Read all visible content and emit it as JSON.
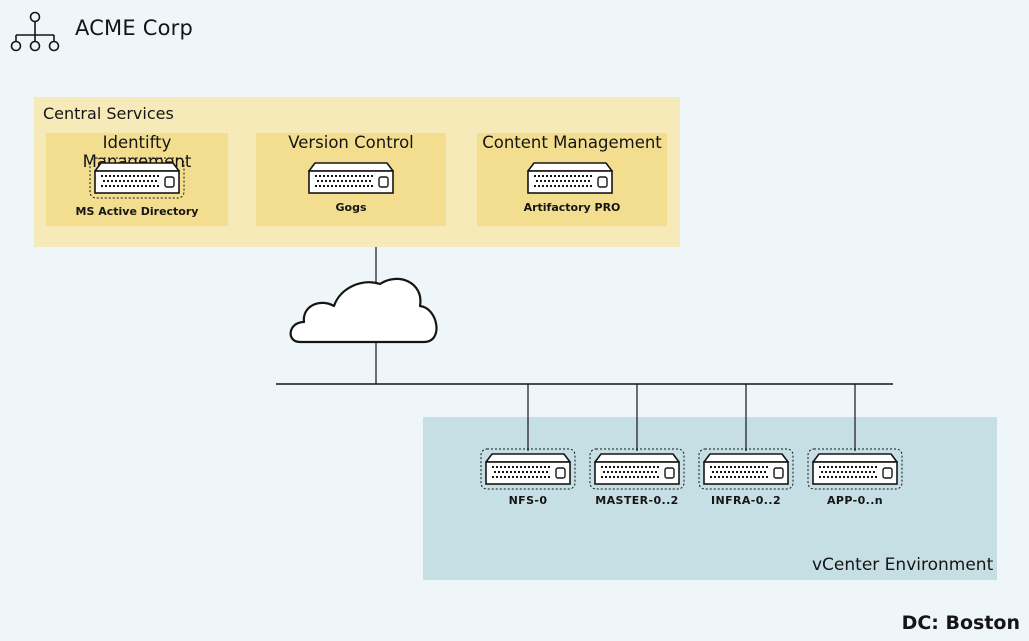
{
  "header": {
    "title": "ACME Corp",
    "icon": "org-chart-icon"
  },
  "central_services": {
    "title": "Central Services",
    "services": [
      {
        "title": "Identifty Management",
        "caption": "MS Active Directory",
        "icon": "server-icon",
        "dashed": true
      },
      {
        "title": "Version Control",
        "caption": "Gogs",
        "icon": "server-icon",
        "dashed": false
      },
      {
        "title": "Content Management",
        "caption": "Artifactory PRO",
        "icon": "server-icon",
        "dashed": false
      }
    ]
  },
  "network": {
    "icon": "cloud-icon"
  },
  "vcenter": {
    "label": "vCenter Environment",
    "nodes": [
      {
        "label": "NFS-0",
        "icon": "server-icon"
      },
      {
        "label": "MASTER-0..2",
        "icon": "server-icon"
      },
      {
        "label": "INFRA-0..2",
        "icon": "server-icon"
      },
      {
        "label": "APP-0..n",
        "icon": "server-icon"
      }
    ]
  },
  "footer": {
    "datacenter": "DC: Boston"
  },
  "colors": {
    "background": "#eef6f9",
    "central_panel": "#f6eab8",
    "service_box": "#f3dd8f",
    "vcenter_panel": "#c6dfe4",
    "line": "#151515"
  }
}
